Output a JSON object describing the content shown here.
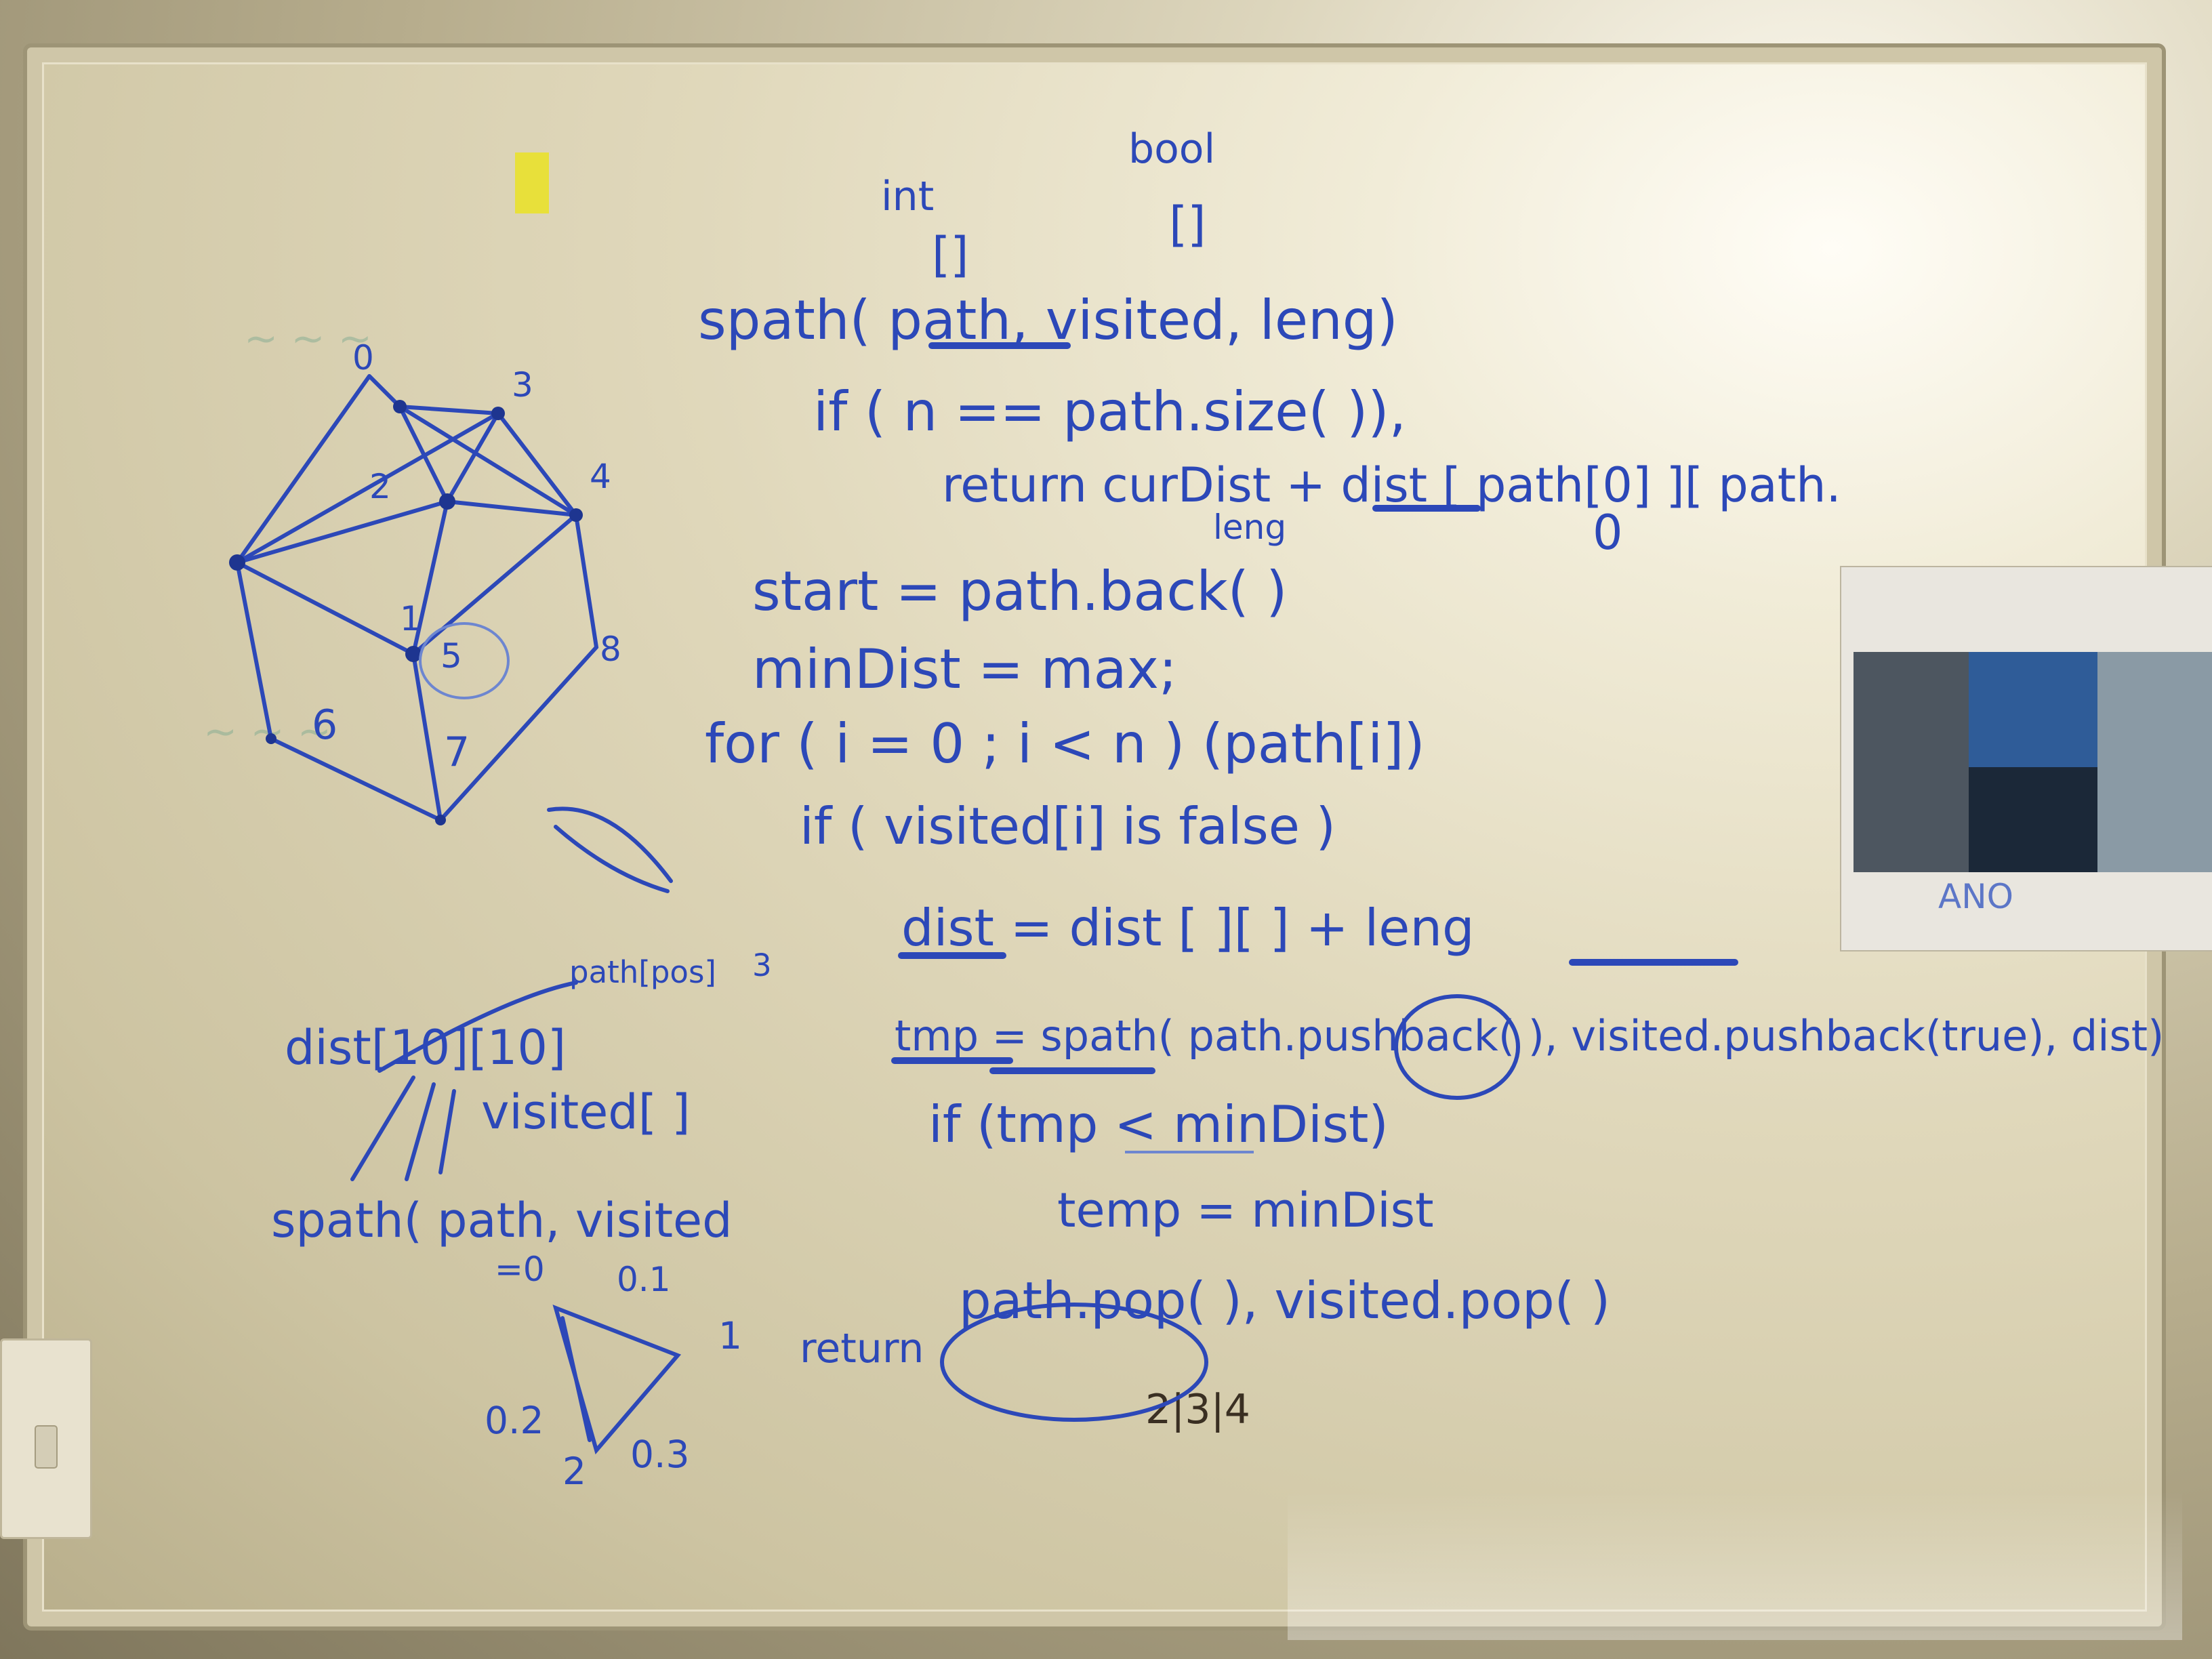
{
  "whiteboard": {
    "code_lines": [
      "int",
      "bool",
      "[]",
      "[]",
      "spath( path, visited, leng)",
      "if ( n == path.size( )),",
      "return curDist + dist [ path[0] ][ path.",
      "leng",
      "0",
      "start = path.back( )",
      "minDist = max;",
      "for ( i = 0 ; i < n ) (path[i])",
      "if ( visited[i] is false )",
      "dist = dist [ ][ ] + leng",
      "tmp = spath( path.pushback( ), visited.pushback(true), dist)",
      "if (tmp < minDist)",
      "temp = minDist",
      "path.pop( ), visited.pop( )",
      "return",
      "2|3|4"
    ],
    "left_notes": [
      "dist[10][10]",
      "path[pos]",
      "3",
      "visited[ ]",
      "spath( path, visited",
      "=0",
      "0.1",
      "1",
      "0.2",
      "2",
      "0.3"
    ],
    "graph_labels": [
      "0",
      "3",
      "2",
      "4",
      "1",
      "5",
      "8",
      "6",
      "7"
    ],
    "photo_caption": "ANO"
  },
  "colors": {
    "marker_blue": "#2c48b8",
    "board": "#e0d8bb",
    "frame": "#cfc6a8"
  }
}
